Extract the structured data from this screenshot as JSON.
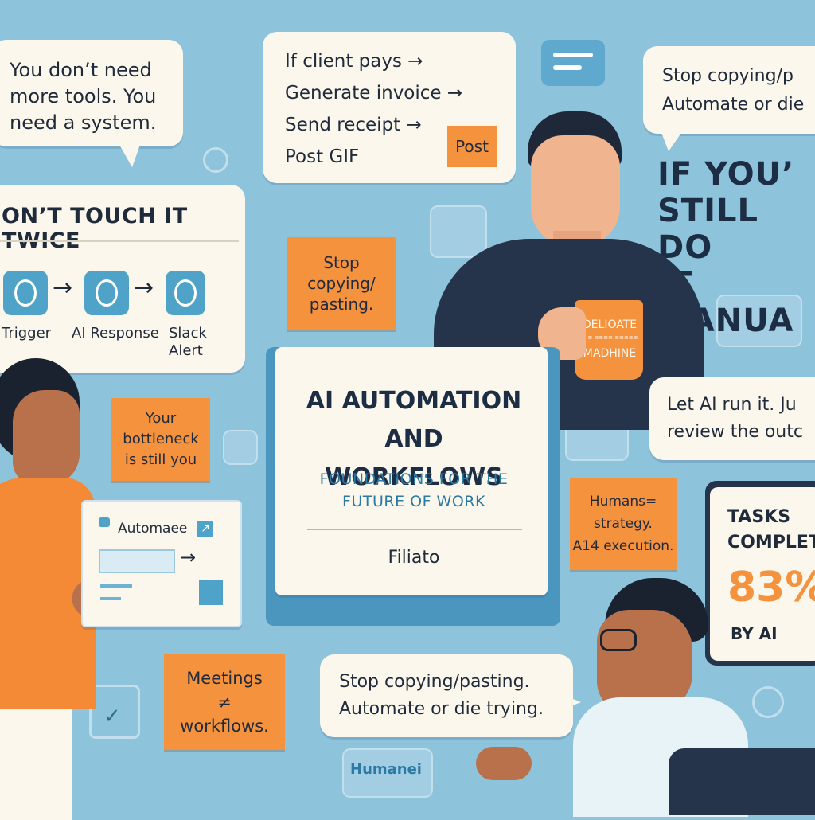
{
  "bubbles": {
    "need_system": "You don’t need\nmore tools. You\nneed a system.",
    "client_pays": [
      "If client pays →",
      "Generate invoice →",
      "Send receipt →",
      "Post GIF"
    ],
    "post_button": "Post",
    "stop_copying_top": "Stop copying/p\nAutomate or die",
    "let_ai": "Let AI run it. Ju\nreview the outc",
    "stop_copying_bottom": "Stop copying/pasting.\nAutomate or die trying."
  },
  "workflow": {
    "title": "ON’T TOUCH IT TWICE",
    "nodes": [
      "Trigger",
      "AI Response",
      "Slack\nAlert"
    ]
  },
  "headline_right": "IF YOU’\nSTILL DO\nIT MANUA",
  "notes": {
    "stop_copying": "Stop\ncopying/\npasting.",
    "bottleneck": "Your\nbottleneck\nis still you",
    "humans_strategy": "Humans=\nstrategy.\nA14 execution.",
    "meetings": "Meetings\n≠\nworkflows."
  },
  "mug": {
    "line1": "DELIOATE",
    "line2": "≡ ≡ ≡≡≡≡ ≡≡≡≡≡",
    "line3": "MADHINE"
  },
  "book": {
    "title": "AI AUTOMATION\nAND WORKFLOWS",
    "subtitle": "FOUNDATIONS FOR THE\nFUTURE OF WORK",
    "author": "Filiato"
  },
  "screen_mini": {
    "label": "Automaee"
  },
  "stats": {
    "title": "TASKS\nCOMPLET",
    "value": "83%",
    "caption": "BY AI"
  },
  "footer_logo": "Humanei",
  "colors": {
    "background": "#8ec3dc",
    "card": "#fbf7ec",
    "orange": "#f5923e",
    "navy": "#1f2a3a",
    "blue": "#4fa3c9"
  }
}
